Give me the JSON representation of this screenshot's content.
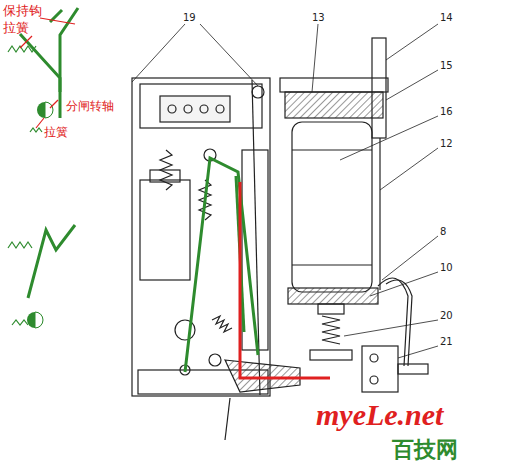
{
  "diagram": {
    "labels": [
      "保持钩",
      "拉簧",
      "分闸转轴",
      "拉簧",
      "19",
      "13",
      "14",
      "15",
      "16",
      "12",
      "8",
      "10",
      "20",
      "21",
      "myeLe.net",
      "百技网"
    ]
  }
}
